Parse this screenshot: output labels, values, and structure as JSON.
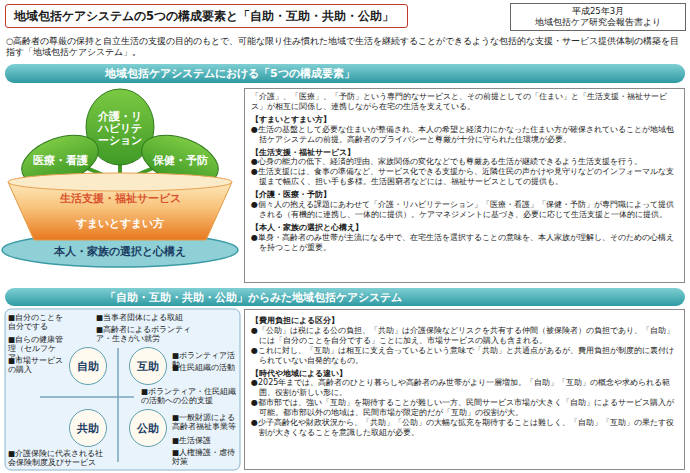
{
  "diagram": {
    "title": "地域包括ケアシステムの5つの構成要素と「自助・互助・共助・公助」",
    "nodes": [
      {
        "text": [
          "平成25年3月 地域包括ケア研究会報告書より"
        ]
      },
      {
        "text": [
          "地域包括ケアシステムにおける「5つの構成要素」"
        ]
      },
      {
        "text": [
          "介護・リハビリテーション"
        ]
      },
      {
        "text": [
          "医療・看護"
        ]
      },
      {
        "text": [
          "保健・予防"
        ]
      },
      {
        "text": [
          "生活支援・福祉サービス"
        ]
      },
      {
        "text": [
          "すまいとすまい方"
        ]
      },
      {
        "text": [
          "本人・家族の選択と心構え"
        ]
      },
      {
        "text": [
          "「介護」、「医療」、「予防」という専門的なサービスと、その前提としての「住まい」と「生活支援・福祉サービス」が相互に関係し、連携しながら在宅の生活を支えている。",
          "【すまいとすまい方】",
          "●生活の基盤として必要な住まいが整備され、本人の希望と経済力にかなった住まい方が確保されていることが地域包括ケアシステムの前提。高齢者のプライバシーと尊厳が十分に守られた住環境が必要。",
          "【生活支援・福祉サービス】",
          "●心身の能力の低下、経済的理由、家族関係の変化などでも尊厳ある生活が継続できるよう生活支援を行う。",
          "●生活支援には、食事の準備など、サービス化できる支援から、近隣住民の声かけや見守りなどのインフォーマルな支援まで幅広く、担い手も多様。生活困窮者などには、福祉サービスとしての提供も。",
          "【介護・医療・予防】",
          "●個々人の抱える課題にあわせて「介護・リハビリテーション」「医療・看護」「保健・予防」が専門職によって提供される（有機的に連携し、一体的に提供）。ケアマネジメントに基づき、必要に応じて生活支援と一体的に提供。",
          "【本人・家族の選択と心構え】",
          "●単身・高齢者のみ世帯が主流になる中で、在宅生活を選択することの意味を、本人家族が理解し、そのための心構えを持つことが重要。"
        ]
      },
      {
        "text": [
          "「自助・互助・共助・公助」からみた地域包括ケアシステム"
        ]
      },
      {
        "text": [
          "自助"
        ]
      },
      {
        "text": [
          "互助"
        ]
      },
      {
        "text": [
          "共助"
        ]
      },
      {
        "text": [
          "公助"
        ]
      },
      {
        "text": [
          "【費用負担による区分】",
          "●「公助」は税による公の負担、「共助」は介護保険などリスクを共有する仲間（被保険者）の負担であり、「自助」には「自分のことを自分でする」ことに加え、市場サービスの購入も含まれる。",
          "●これに対し、「互助」は相互に支え合っているという意味で「共助」と共通点があるが、費用負担が制度的に裏付けられていない自発的なもの。",
          "【時代や地域による違い】",
          "●2025年までは、高齢者のひとり暮らしや高齢者のみ世帯がより一層増加。「自助」「互助」の概念や求められる範囲、役割が新しい形に。",
          "●都市部では、強い「互助」を期待することが難しい一方、民間サービス市場が大きく「自助」によるサービス購入が可能。都市部以外の地域は、民間市場が限定的だが「互助」の役割が大。",
          "●少子高齢化や財政状況から、「共助」「公助」の大幅な拡充を期待することは難しく、「自助」「互助」の果たす役割が大きくなることを意識した取組が必要。"
        ]
      }
    ],
    "labels": [
      "○高齢者の尊厳の保持と自立生活の支援の目的のもとで、可能な限り住み慣れた地域で生活を継続することができるような包括的な支援・サービス提供体制の構築を目指す「地域包括ケアシステム」。",
      "■自分のことを自分でする",
      "■自らの健康管理（セルフケア）",
      "■市場サービスの購入",
      "■当事者団体による取組",
      "■高齢者によるボランティア・生きがい就労",
      "■ボランティア活動",
      "■住民組織の活動",
      "■ボランティア・住民組織の活動への公的支援",
      "■介護保険に代表される社会保険制度及びサービス",
      "■一般財源による高齢者福祉事業等",
      "■生活保護",
      "■人権擁護・虐待対策"
    ]
  }
}
